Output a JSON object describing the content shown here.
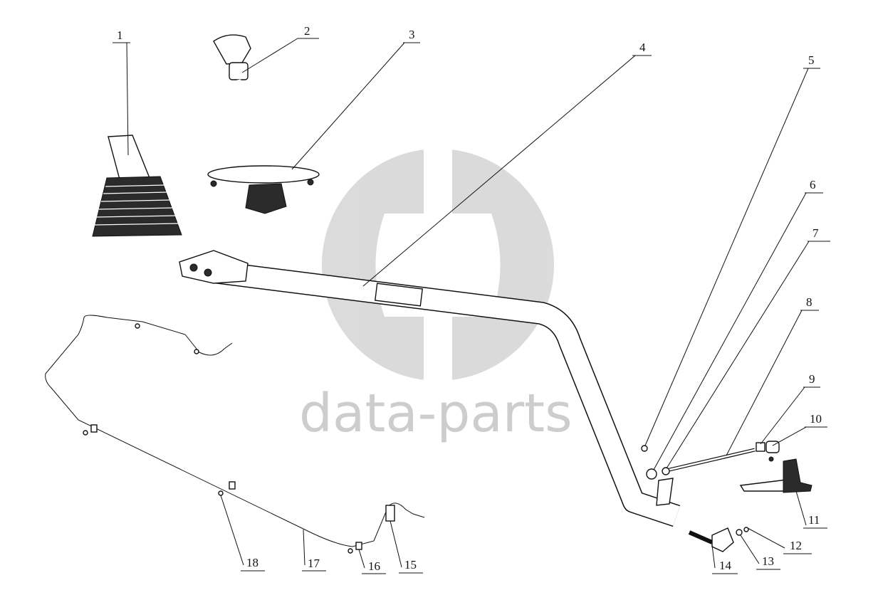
{
  "watermark": {
    "text": "data-parts",
    "color": "#bdbdbd"
  },
  "labels": {
    "l1": "1",
    "l2": "2",
    "l3": "3",
    "l4": "4",
    "l5": "5",
    "l6": "6",
    "l7": "7",
    "l8": "8",
    "l9": "9",
    "l10": "10",
    "l11": "11",
    "l12": "12",
    "l13": "13",
    "l14": "14",
    "l15": "15",
    "l16": "16",
    "l17": "17",
    "l18": "18"
  }
}
